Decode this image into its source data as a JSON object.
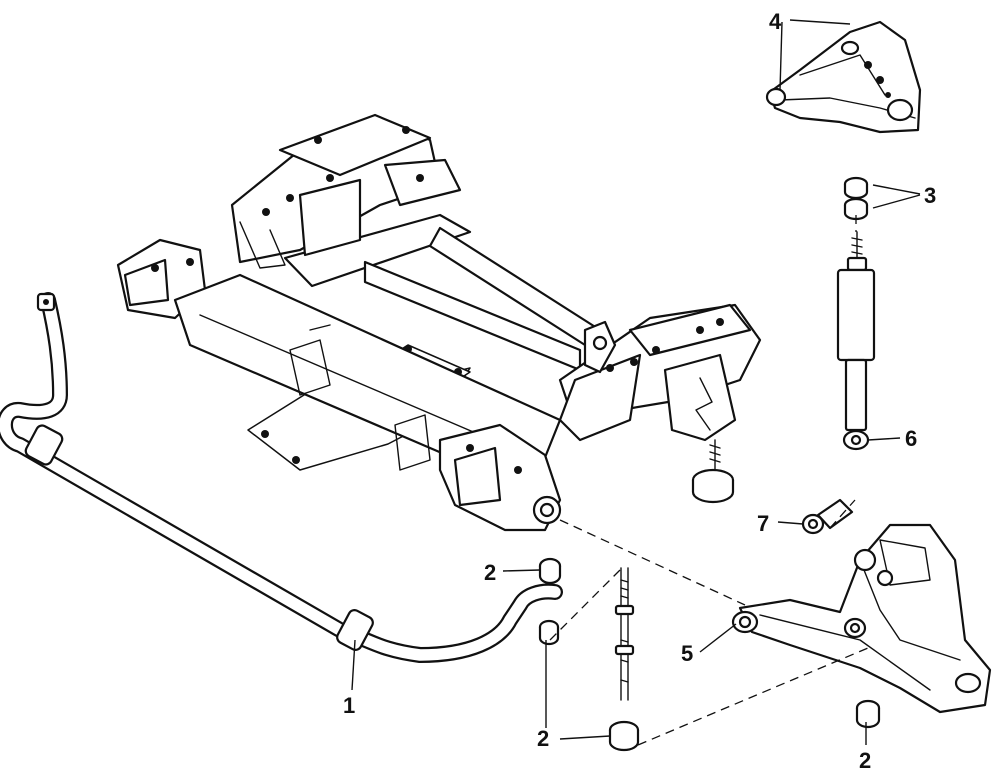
{
  "callouts": {
    "stabilizer_bar": "1",
    "bushing_upper": "2",
    "bushing_lower": "2",
    "bushing_right": "2",
    "shock_mount_bushings": "3",
    "upper_control_arm": "4",
    "lower_control_arm": "5",
    "shock_absorber": "6",
    "pivot_bolt": "7"
  }
}
